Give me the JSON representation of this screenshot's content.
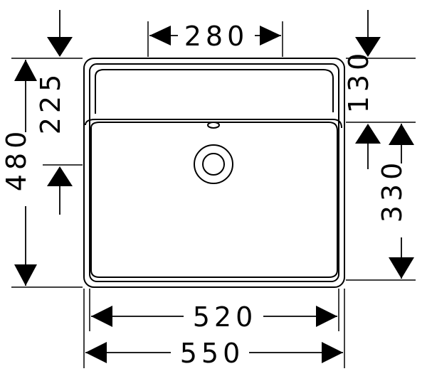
{
  "dimensions": {
    "top_opening_width": "280",
    "outer_width": "550",
    "inner_width": "520",
    "total_depth": "480",
    "drain_position": "225",
    "back_shelf_depth": "130",
    "bowl_depth": "330"
  }
}
